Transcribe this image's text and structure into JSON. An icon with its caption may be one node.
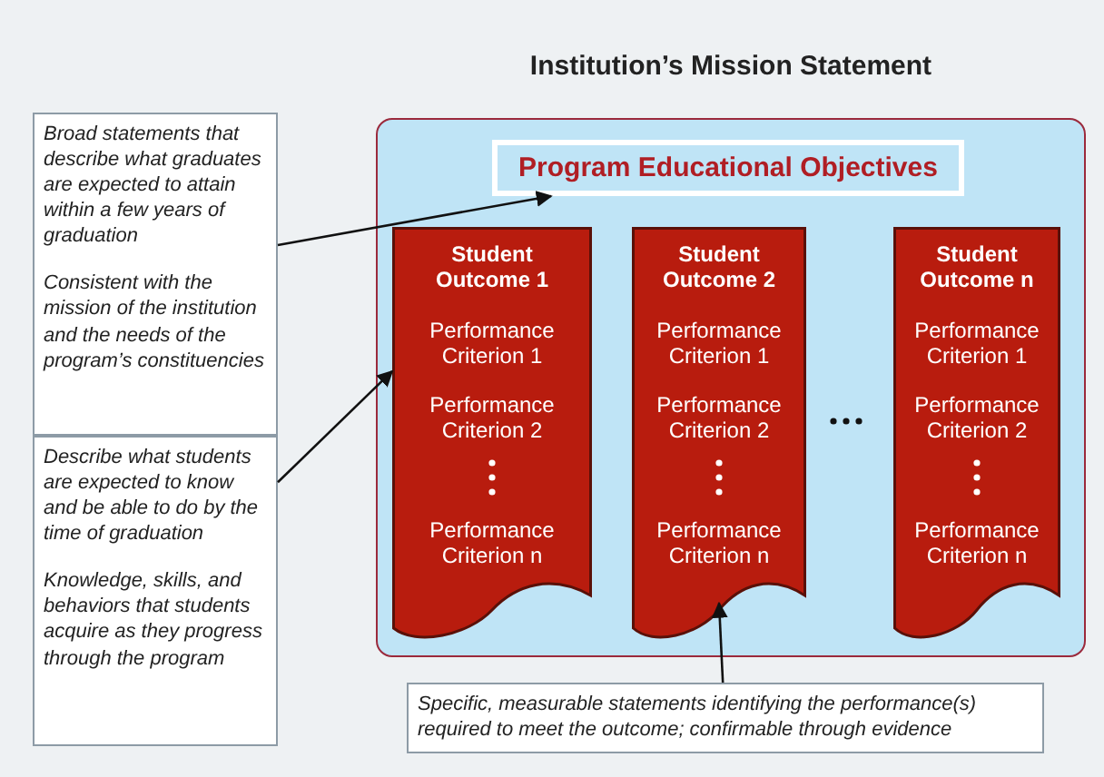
{
  "diagram": {
    "nodes": [
      {
        "text": [
          "Institution’s Mission Statement"
        ]
      },
      {
        "text": [
          "Program Educational Objectives"
        ],
        "in": 0
      },
      {
        "text": [
          "Student Outcome 1",
          "Performance Criterion 1",
          "Performance Criterion 2",
          "Performance Criterion n"
        ],
        "in": 0
      },
      {
        "text": [
          "Student Outcome 2",
          "Performance Criterion 1",
          "Performance Criterion 2",
          "Performance Criterion n"
        ],
        "in": 0
      },
      {
        "text": [
          "Student Outcome n",
          "Performance Criterion 1",
          "Performance Criterion 2",
          "Performance Criterion n"
        ],
        "in": 0
      },
      {
        "text": [
          "Broad statements that describe what graduates are expected to attain within a few years of graduation",
          "Consistent with the mission of the institution and the needs of the program’s constituencies"
        ]
      },
      {
        "text": [
          "Describe what students are expected to know and be able to do by the time of graduation",
          "Knowledge, skills, and behaviors that students acquire as they progress through the program"
        ]
      },
      {
        "text": [
          "Specific, measurable statements identifying the performance(s) required to meet the outcome; confirmable through evidence"
        ]
      }
    ],
    "edges": [
      {
        "from": 5,
        "to": 1,
        "arrow": "to"
      },
      {
        "from": 6,
        "to": 2,
        "arrow": "to"
      },
      {
        "from": 7,
        "to": 3,
        "arrow": "to"
      }
    ]
  }
}
